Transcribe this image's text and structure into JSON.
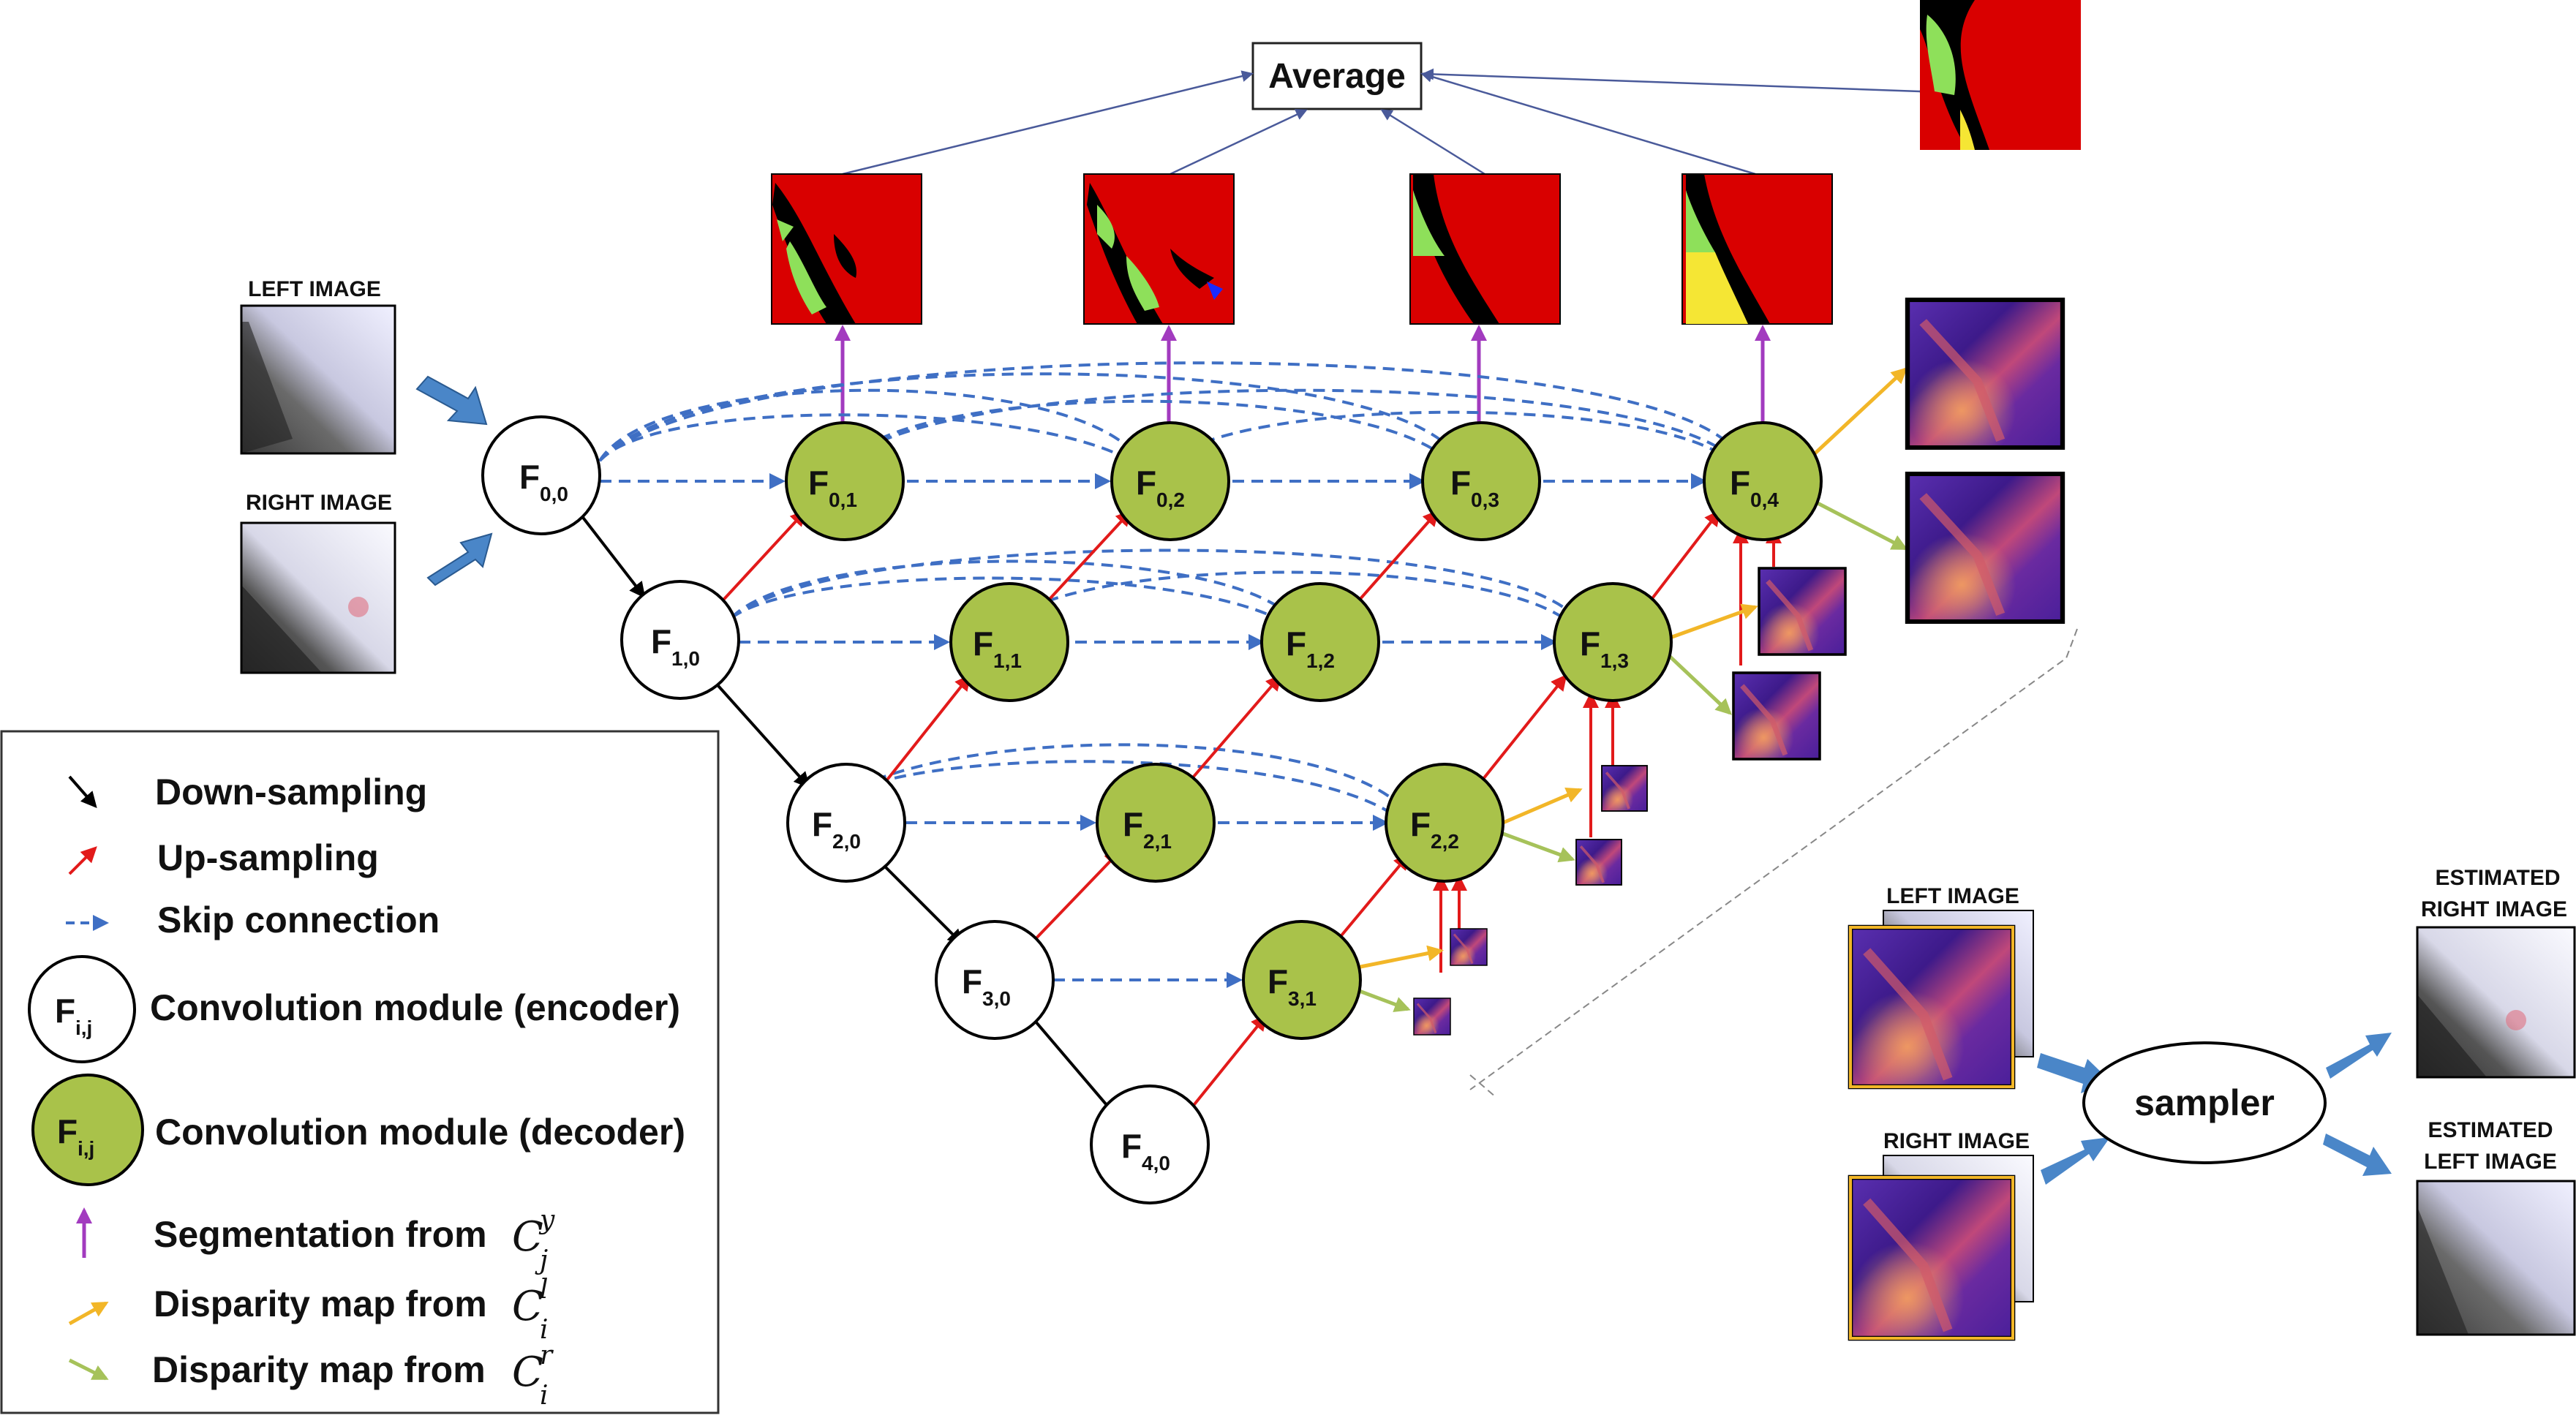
{
  "average_label": "Average",
  "input_left_label": "LEFT IMAGE",
  "input_right_label": "RIGHT IMAGE",
  "nodes": {
    "F00": {
      "main": "F",
      "sub": "0,0"
    },
    "F10": {
      "main": "F",
      "sub": "1,0"
    },
    "F20": {
      "main": "F",
      "sub": "2,0"
    },
    "F30": {
      "main": "F",
      "sub": "3,0"
    },
    "F40": {
      "main": "F",
      "sub": "4,0"
    },
    "F01": {
      "main": "F",
      "sub": "0,1"
    },
    "F02": {
      "main": "F",
      "sub": "0,2"
    },
    "F03": {
      "main": "F",
      "sub": "0,3"
    },
    "F04": {
      "main": "F",
      "sub": "0,4"
    },
    "F11": {
      "main": "F",
      "sub": "1,1"
    },
    "F12": {
      "main": "F",
      "sub": "1,2"
    },
    "F13": {
      "main": "F",
      "sub": "1,3"
    },
    "F21": {
      "main": "F",
      "sub": "2,1"
    },
    "F22": {
      "main": "F",
      "sub": "2,2"
    },
    "F31": {
      "main": "F",
      "sub": "3,1"
    }
  },
  "legend": {
    "down": "Down-sampling",
    "up": "Up-sampling",
    "skip": "Skip connection",
    "encoder": "Convolution module (encoder)",
    "decoder": "Convolution module (decoder)",
    "node_main": "F",
    "node_sub": "i,j",
    "seg": "Segmentation from",
    "disp_l": "Disparity map from",
    "disp_r": "Disparity map from",
    "seg_sym": "C",
    "seg_sup": "y",
    "seg_sub": "j",
    "dl_sym": "C",
    "dl_sup": "l",
    "dl_sub": "i",
    "dr_sym": "C",
    "dr_sup": "r",
    "dr_sub": "i"
  },
  "sampler": {
    "label": "sampler",
    "left_label": "LEFT IMAGE",
    "right_label": "RIGHT IMAGE",
    "est_right_line1": "ESTIMATED",
    "est_right_line2": "RIGHT IMAGE",
    "est_left_line1": "ESTIMATED",
    "est_left_line2": "LEFT IMAGE"
  },
  "colors": {
    "encoder_fill": "#ffffff",
    "decoder_fill": "#a9c24a",
    "down_arrow": "#000000",
    "up_arrow": "#e21a1a",
    "skip_arrow": "#3f6fc4",
    "seg_arrow": "#a23bbf",
    "disp_l_arrow": "#f2b628",
    "disp_r_arrow": "#a6c25a",
    "seg_red": "#d90000",
    "seg_green": "#8ee05a",
    "seg_yellow": "#f5e634",
    "disp_purple": "#4a1fa0",
    "disp_orange": "#e06b4a",
    "blue_arrow": "#4a86c8"
  }
}
